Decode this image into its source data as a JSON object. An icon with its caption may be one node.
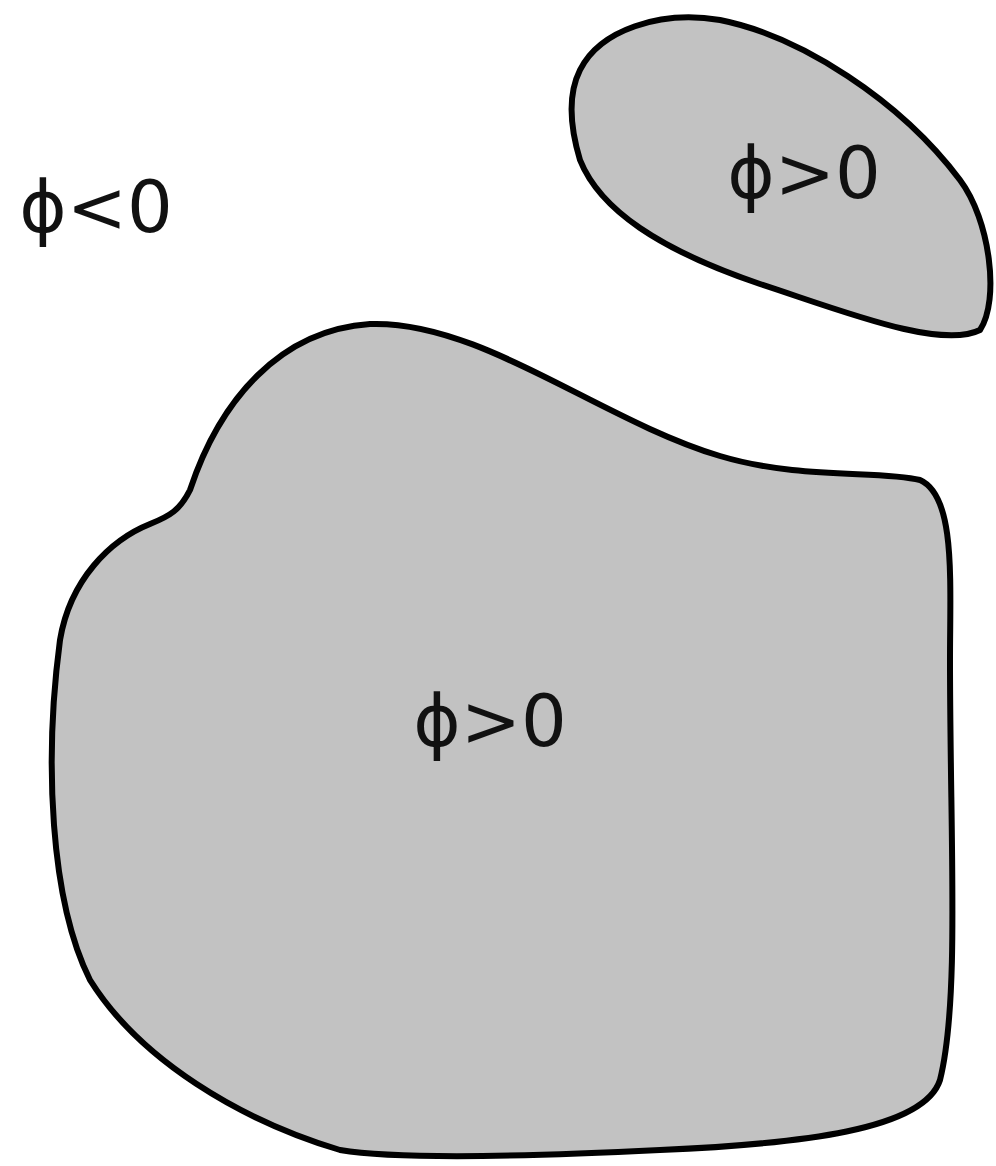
{
  "diagram": {
    "nodes": [
      {
        "text": [
          "ϕ>0"
        ]
      },
      {
        "text": [
          "ϕ>0"
        ]
      }
    ],
    "labels": [
      "ϕ<0"
    ]
  }
}
